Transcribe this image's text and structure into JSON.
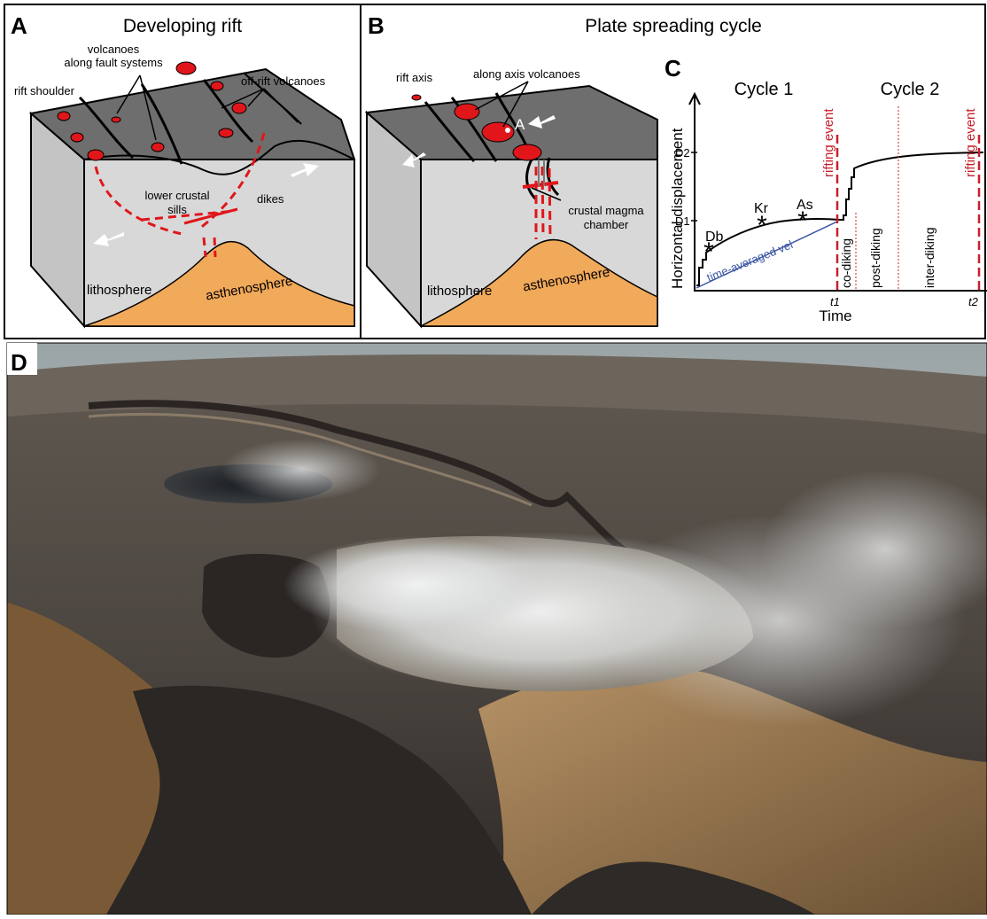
{
  "panel_a": {
    "letter": "A",
    "title": "Developing rift",
    "labels": {
      "volcanoes_line1": "volcanoes",
      "volcanoes_line2": "along fault systems",
      "rift_shoulder": "rift shoulder",
      "off_rift": "off-rift volcanoes",
      "lower_crustal": "lower crustal",
      "sills": "sills",
      "dikes": "dikes",
      "lithosphere": "lithosphere",
      "asthenosphere": "asthenosphere"
    }
  },
  "panel_b": {
    "letter": "B",
    "title": "Plate spreading cycle",
    "labels": {
      "rift_axis": "rift axis",
      "along_axis": "along axis volcanoes",
      "point_a": "A",
      "crustal_magma": "crustal magma",
      "chamber": "chamber",
      "lithosphere": "lithosphere",
      "asthenosphere": "asthenosphere"
    }
  },
  "panel_c": {
    "letter": "C",
    "cycle1": "Cycle 1",
    "cycle2": "Cycle 2",
    "ylabel": "Horizontal displacement",
    "xlabel": "Time",
    "d1": "D1",
    "d2": "D2",
    "t1": "t1",
    "t2": "t2",
    "rifting_event": "rifting event",
    "co_diking": "co-diking",
    "post_diking": "post-diking",
    "inter_diking": "inter-diking",
    "time_averaged": "time-averaged vel",
    "stations": [
      "Db",
      "Kr",
      "As"
    ]
  },
  "panel_d": {
    "letter": "D"
  },
  "colors": {
    "red": "#d7191c",
    "lava_red": "#e0161b",
    "orange": "#f1a95a",
    "surface_gray": "#6e6e6e",
    "block_gray": "#d6d6d6",
    "blue": "#3b55a3",
    "dash_red": "#c8202a"
  }
}
